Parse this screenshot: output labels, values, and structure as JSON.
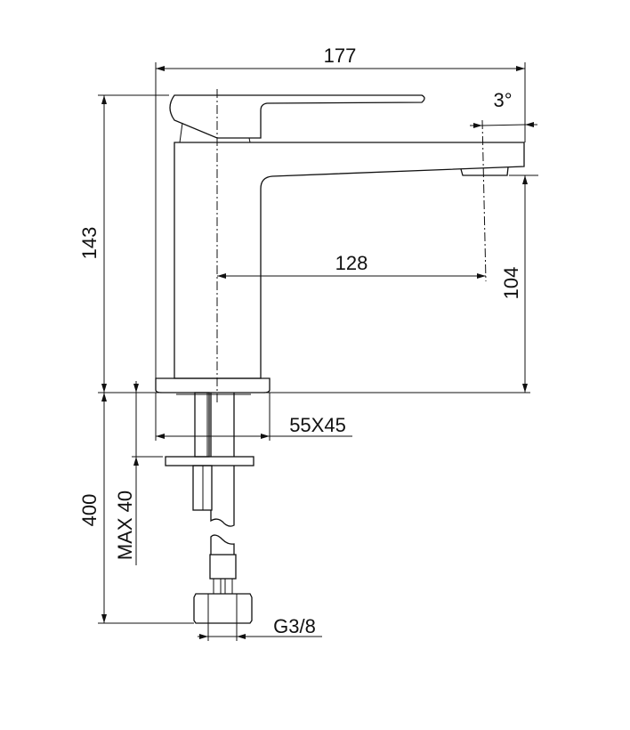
{
  "dimensions": {
    "overall_width": "177",
    "spout_angle": "3°",
    "spout_reach": "128",
    "spout_height": "104",
    "total_height": "143",
    "base_size": "55X45",
    "max_counter_thickness": "MAX 40",
    "hose_length": "400",
    "connection_thread": "G3/8"
  },
  "colors": {
    "line": "#111111",
    "background": "#ffffff"
  }
}
